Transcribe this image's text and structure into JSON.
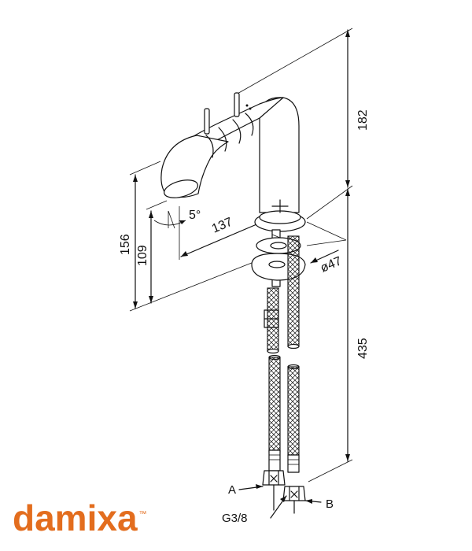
{
  "brand": {
    "name": "damixa",
    "trademark": "™",
    "color": "#e36d1e"
  },
  "dimensions": {
    "total_height": "182",
    "spout_height": "156",
    "outlet_height": "109",
    "spout_reach": "137",
    "spout_angle": "5°",
    "base_diameter": "ø47",
    "hose_length": "435"
  },
  "labels": {
    "connection_a": "A",
    "connection_b": "B",
    "thread": "G3/8"
  }
}
